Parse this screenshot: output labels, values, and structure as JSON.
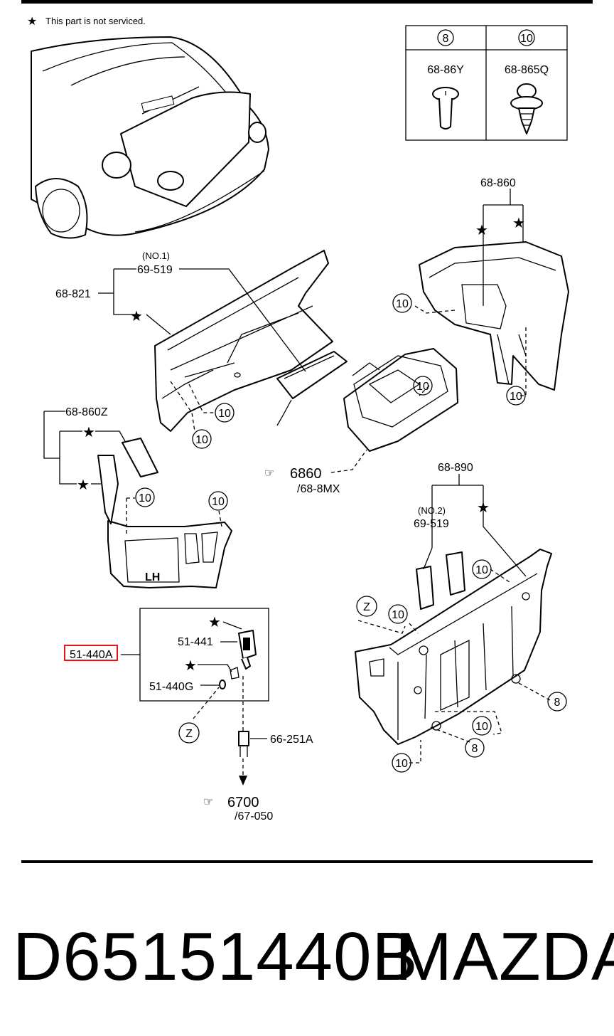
{
  "note": {
    "star": "★",
    "text": "This part is not serviced."
  },
  "fastener_table": {
    "columns": [
      {
        "ref": "8",
        "part": "68-86Y"
      },
      {
        "ref": "10",
        "part": "68-865Q"
      }
    ]
  },
  "labels": {
    "p68_860": "68-860",
    "p68_821": "68-821",
    "no1": "(NO.1)",
    "p69_519_a": "69-519",
    "p68_860z": "68-860Z",
    "p6860": "6860",
    "p68_8mx": "/68-8MX",
    "p68_890": "68-890",
    "no2": "(NO.2)",
    "p69_519_b": "69-519",
    "p51_440a": "51-440A",
    "p51_441": "51-441",
    "p51_440g": "51-440G",
    "p66_251a": "66-251A",
    "p6700": "6700",
    "p67_050": "/67-050",
    "lh": "LH",
    "z": "Z",
    "ten": "10",
    "eight": "8"
  },
  "highlight_color": "#e8141c",
  "footer": {
    "part_number": "D65151440B",
    "brand": "MAZDA"
  }
}
